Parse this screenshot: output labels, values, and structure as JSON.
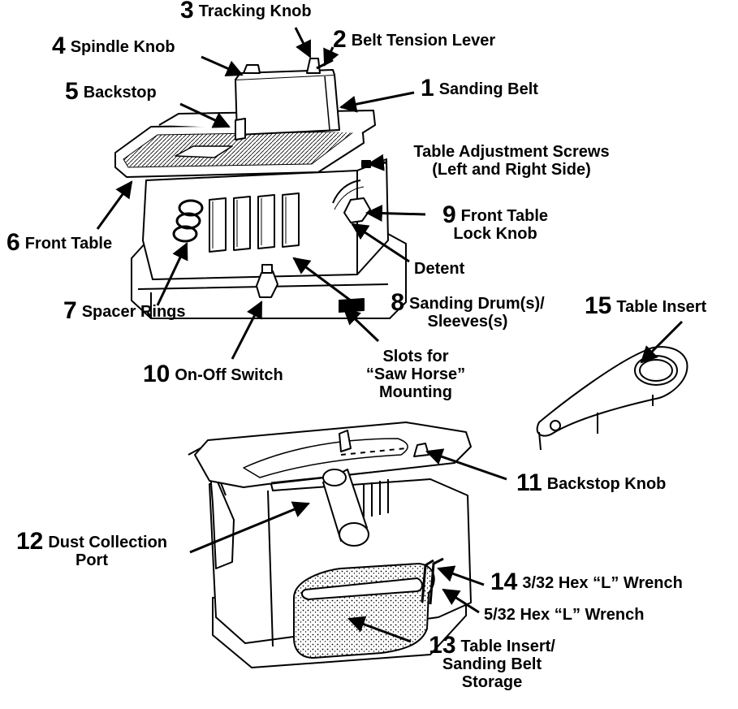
{
  "callouts": [
    {
      "num": "1",
      "text": "Sanding Belt"
    },
    {
      "num": "2",
      "text": "Belt Tension Lever"
    },
    {
      "num": "3",
      "text": "Tracking Knob"
    },
    {
      "num": "4",
      "text": "Spindle Knob"
    },
    {
      "num": "5",
      "text": "Backstop"
    },
    {
      "num": "6",
      "text": "Front Table"
    },
    {
      "num": "7",
      "text": "Spacer Rings"
    },
    {
      "num": "8",
      "text": "Sanding Drum(s)/",
      "text2": "Sleeves(s)"
    },
    {
      "num": "9",
      "text": "Front Table",
      "text2": "Lock Knob"
    },
    {
      "num": "10",
      "text": "On-Off Switch"
    },
    {
      "num": "11",
      "text": "Backstop Knob"
    },
    {
      "num": "12",
      "text": "Dust Collection",
      "text2": "Port"
    },
    {
      "num": "13",
      "text": "Table Insert/",
      "text2": "Sanding Belt",
      "text3": "Storage"
    },
    {
      "num": "14",
      "text": "3/32 Hex “L” Wrench"
    },
    {
      "num": "15",
      "text": "Table Insert"
    }
  ],
  "plain_labels": {
    "table_adjust_1": "Table Adjustment Screws",
    "table_adjust_2": "(Left and Right Side)",
    "detent": "Detent",
    "slots_1": "Slots for",
    "slots_2": "“Saw Horse”",
    "slots_3": "Mounting",
    "hex_5_32": "5/32 Hex “L” Wrench"
  }
}
